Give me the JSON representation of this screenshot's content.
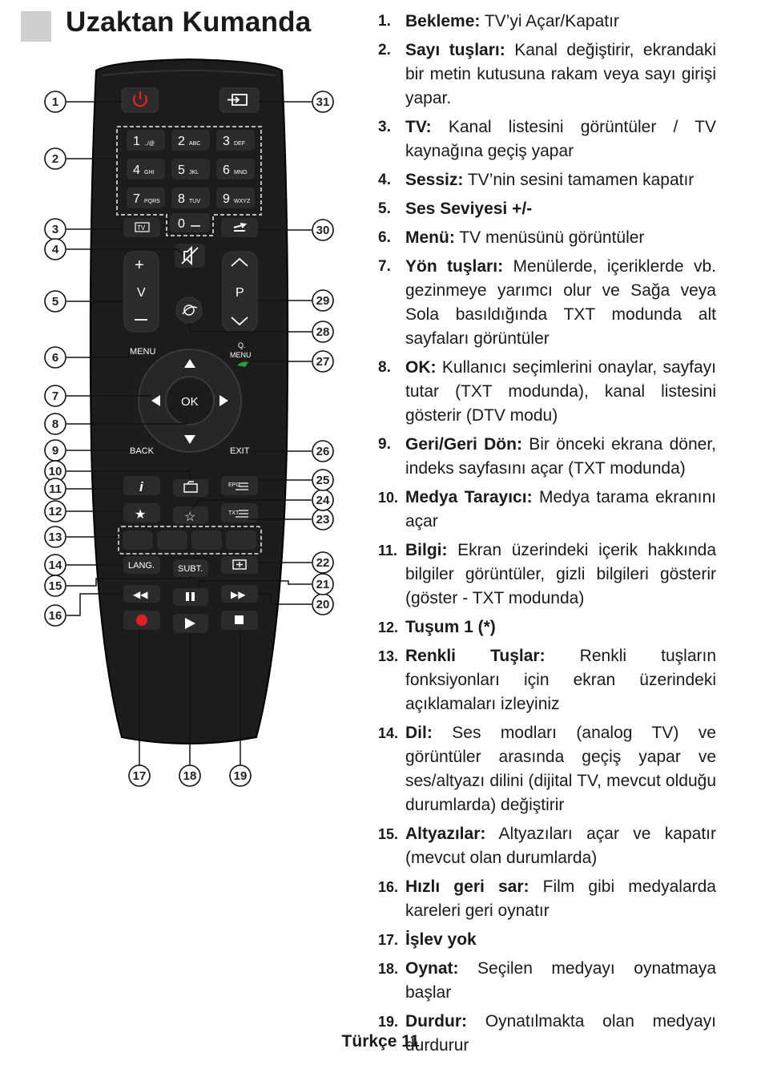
{
  "page": {
    "title": "Uzaktan Kumanda",
    "footer": "Türkçe 11"
  },
  "remote": {
    "number_keys": [
      {
        "digit": "1",
        "letters": ".,/@"
      },
      {
        "digit": "2",
        "letters": "ABC"
      },
      {
        "digit": "3",
        "letters": "DEF"
      },
      {
        "digit": "4",
        "letters": "GHI"
      },
      {
        "digit": "5",
        "letters": "JKL"
      },
      {
        "digit": "6",
        "letters": "MNO"
      },
      {
        "digit": "7",
        "letters": "PQRS"
      },
      {
        "digit": "8",
        "letters": "TUV"
      },
      {
        "digit": "9",
        "letters": "WXYZ"
      }
    ],
    "zero_key": "0",
    "tv_label": "TV",
    "vol_label": "V",
    "prog_label": "P",
    "menu_label": "MENU",
    "qmenu_label": "Q.",
    "qmenu_label2": "MENU",
    "ok_label": "OK",
    "back_label": "BACK",
    "exit_label": "EXIT",
    "epg_label": "EPG",
    "txt_label": "TXT",
    "lang_label": "LANG.",
    "subt_label": "SUBT.",
    "callouts": [
      "1",
      "2",
      "3",
      "4",
      "5",
      "6",
      "7",
      "8",
      "9",
      "10",
      "11",
      "12",
      "13",
      "14",
      "15",
      "16",
      "17",
      "18",
      "19",
      "20",
      "21",
      "22",
      "23",
      "24",
      "25",
      "26",
      "27",
      "28",
      "29",
      "30",
      "31"
    ]
  },
  "items": [
    {
      "num": "1.",
      "term": "Bekleme:",
      "desc": " TV’yi Açar/Kapatır"
    },
    {
      "num": "2.",
      "term": "Sayı tuşları:",
      "desc": " Kanal değiştirir, ekrandaki bir metin kutusuna rakam veya sayı girişi yapar."
    },
    {
      "num": "3.",
      "term": "TV:",
      "desc": " Kanal listesini görüntüler / TV kaynağına geçiş yapar"
    },
    {
      "num": "4.",
      "term": "Sessiz:",
      "desc": " TV’nin sesini tamamen kapatır"
    },
    {
      "num": "5.",
      "term": "Ses Seviyesi +/-",
      "desc": ""
    },
    {
      "num": "6.",
      "term": "Menü:",
      "desc": " TV menüsünü görüntüler"
    },
    {
      "num": "7.",
      "term": "Yön tuşları:",
      "desc": " Menülerde, içeriklerde vb. gezinmeye yarımcı olur ve Sağa veya Sola basıldığında TXT modunda alt sayfaları görüntüler"
    },
    {
      "num": "8.",
      "term": "OK:",
      "desc": " Kullanıcı seçimlerini onaylar, sayfayı tutar (TXT modunda), kanal listesini gösterir (DTV modu)"
    },
    {
      "num": "9.",
      "term": "Geri/Geri Dön:",
      "desc": " Bir önceki ekrana döner, indeks sayfasını açar (TXT modunda)"
    },
    {
      "num": "10.",
      "term": "Medya Tarayıcı:",
      "desc": " Medya tarama ekranını açar"
    },
    {
      "num": "11.",
      "term": "Bilgi:",
      "desc": " Ekran üzerindeki içerik hakkında bilgiler görüntüler, gizli bilgileri gösterir (göster - TXT modunda)"
    },
    {
      "num": "12.",
      "term": "Tuşum 1 (*)",
      "desc": ""
    },
    {
      "num": "13.",
      "term": "Renkli Tuşlar:",
      "desc": " Renkli tuşların fonksiyonları için ekran üzerindeki açıklamaları izleyiniz"
    },
    {
      "num": "14.",
      "term": "Dil:",
      "desc": " Ses modları (analog TV) ve görüntüler arasında geçiş yapar ve ses/altyazı dilini (dijital TV, mevcut olduğu durumlarda) değiştirir"
    },
    {
      "num": "15.",
      "term": "Altyazılar:",
      "desc": " Altyazıları açar ve kapatır (mevcut olan durumlarda)"
    },
    {
      "num": "16.",
      "term": "Hızlı geri sar:",
      "desc": " Film gibi medyalarda kareleri geri oynatır"
    },
    {
      "num": "17.",
      "term": "İşlev yok",
      "desc": ""
    },
    {
      "num": "18.",
      "term": "Oynat:",
      "desc": " Seçilen medyayı oynatmaya başlar"
    },
    {
      "num": "19.",
      "term": "Durdur:",
      "desc": " Oynatılmakta olan medyayı durdurur"
    }
  ]
}
